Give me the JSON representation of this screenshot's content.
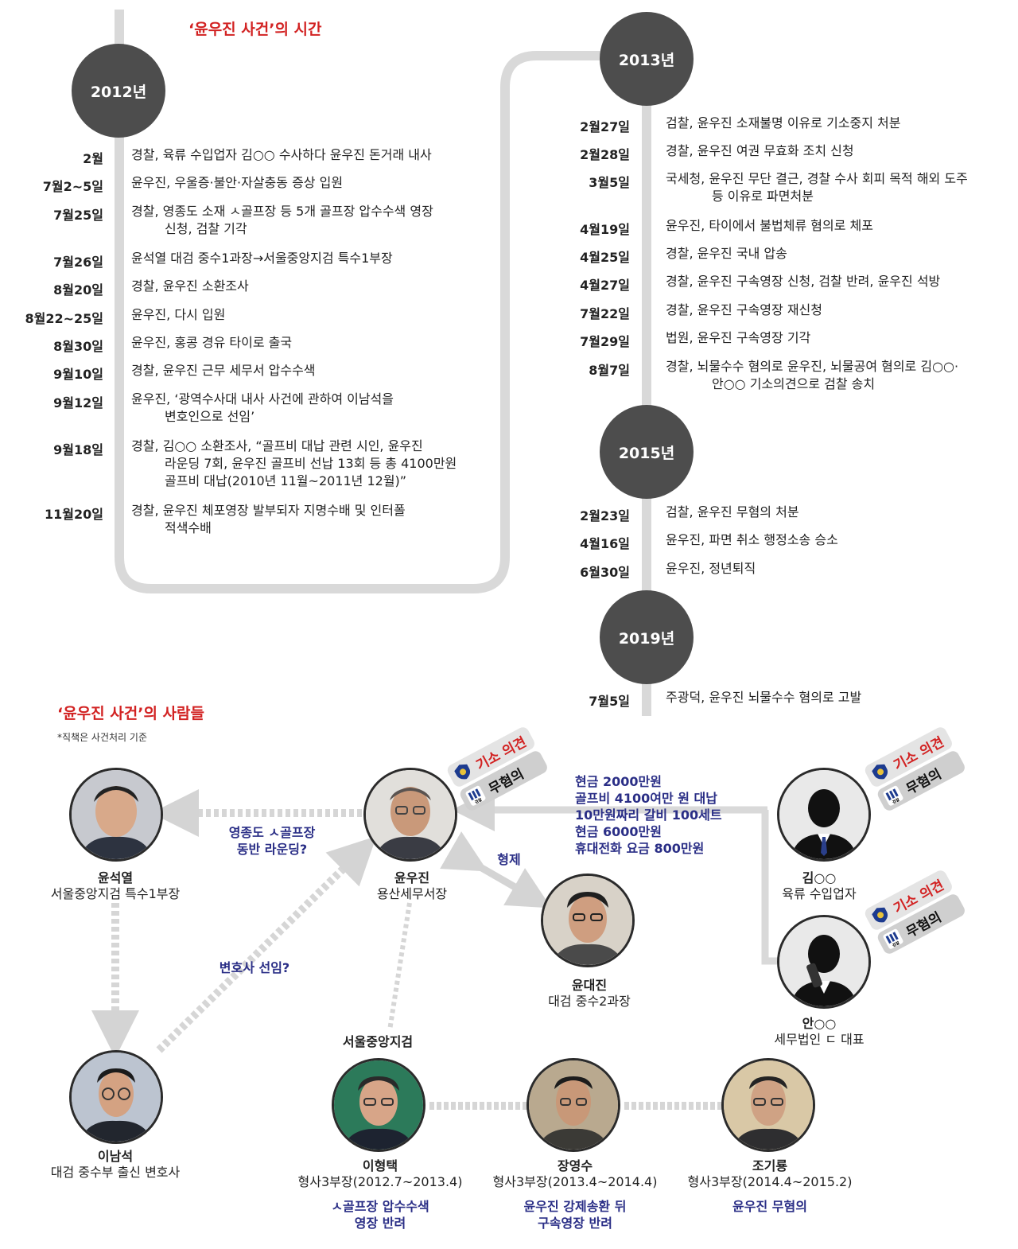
{
  "timeline": {
    "title": "‘윤우진 사건’의 시간",
    "years": [
      "2012년",
      "2013년",
      "2015년",
      "2019년"
    ],
    "events_2012": [
      {
        "date": "2월",
        "text": [
          "경찰, 육류 수입업자 김○○ 수사하다 윤우진 돈거래 내사"
        ]
      },
      {
        "date": "7월2~5일",
        "text": [
          "윤우진, 우울증·불안·자살충동 증상 입원"
        ]
      },
      {
        "date": "7월25일",
        "text": [
          "경찰, 영종도 소재 ㅅ골프장 등 5개 골프장 압수수색 영장",
          "신청, 검찰 기각"
        ]
      },
      {
        "date": "7월26일",
        "text": [
          "윤석열 대검 중수1과장→서울중앙지검 특수1부장"
        ]
      },
      {
        "date": "8월20일",
        "text": [
          "경찰, 윤우진 소환조사"
        ]
      },
      {
        "date": "8월22~25일",
        "text": [
          "윤우진, 다시 입원"
        ]
      },
      {
        "date": "8월30일",
        "text": [
          "윤우진, 홍콩 경유 타이로 출국"
        ]
      },
      {
        "date": "9월10일",
        "text": [
          "경찰, 윤우진 근무 세무서 압수수색"
        ]
      },
      {
        "date": "9월12일",
        "text": [
          "윤우진, ‘광역수사대 내사 사건에 관하여 이남석을",
          "변호인으로 선임’"
        ]
      },
      {
        "date": "9월18일",
        "text": [
          "경찰, 김○○ 소환조사, “골프비 대납 관련 시인, 윤우진",
          "라운딩 7회, 윤우진 골프비 선납 13회 등 총 4100만원",
          "골프비 대납(2010년 11월~2011년 12월)”"
        ]
      },
      {
        "date": "11월20일",
        "text": [
          "경찰, 윤우진 체포영장 발부되자 지명수배 및 인터폴",
          "적색수배"
        ]
      }
    ],
    "events_2013": [
      {
        "date": "2월27일",
        "text": [
          "검찰, 윤우진 소재불명 이유로 기소중지 처분"
        ]
      },
      {
        "date": "2월28일",
        "text": [
          "경찰, 윤우진 여권 무효화 조치 신청"
        ]
      },
      {
        "date": "3월5일",
        "text": [
          "국세청, 윤우진 무단 결근, 경찰 수사 회피 목적 해외 도주",
          "등 이유로 파면처분"
        ]
      },
      {
        "date": "4월19일",
        "text": [
          "윤우진, 타이에서 불법체류 혐의로 체포"
        ]
      },
      {
        "date": "4월25일",
        "text": [
          "경찰, 윤우진 국내 압송"
        ]
      },
      {
        "date": "4월27일",
        "text": [
          "경찰, 윤우진 구속영장 신청, 검찰 반려, 윤우진 석방"
        ]
      },
      {
        "date": "7월22일",
        "text": [
          "경찰, 윤우진 구속영장 재신청"
        ]
      },
      {
        "date": "7월29일",
        "text": [
          "법원, 윤우진 구속영장 기각"
        ]
      },
      {
        "date": "8월7일",
        "text": [
          "경찰, 뇌물수수 혐의로 윤우진, 뇌물공여 혐의로 김○○·",
          "안○○ 기소의견으로 검찰 송치"
        ]
      }
    ],
    "events_2015": [
      {
        "date": "2월23일",
        "text": [
          "검찰, 윤우진 무혐의 처분"
        ]
      },
      {
        "date": "4월16일",
        "text": [
          "윤우진, 파면 취소 행정소송 승소"
        ]
      },
      {
        "date": "6월30일",
        "text": [
          "윤우진, 정년퇴직"
        ]
      }
    ],
    "events_2019": [
      {
        "date": "7월5일",
        "text": [
          "주광덕, 윤우진 뇌물수수 혐의로 고발"
        ]
      }
    ]
  },
  "people_section": {
    "title": "‘윤우진 사건’의 사람들",
    "note": "*직책은 사건처리 기준",
    "badge_charge": "기소 의견",
    "badge_clear": "무혐의",
    "prosecution_icon_text": "검찰",
    "people": {
      "yoon_seokyeol": {
        "name": "윤석열",
        "role": "서울중앙지검 특수1부장"
      },
      "yoon_woojin": {
        "name": "윤우진",
        "role": "용산세무서장"
      },
      "yoon_daejin": {
        "name": "윤대진",
        "role": "대검 중수2과장"
      },
      "kim": {
        "name": "김○○",
        "role": "육류 수입업자"
      },
      "ahn": {
        "name": "안○○",
        "role": "세무법인 ㄷ 대표"
      },
      "lee_namseok": {
        "name": "이남석",
        "role": "대검 중수부 출신 변호사"
      },
      "lee_hyungtaek": {
        "name": "이형택",
        "role": "형사3부장(2012.7~2013.4)",
        "note": [
          "ㅅ골프장 압수수색",
          "영장 반려"
        ]
      },
      "jang_youngsoo": {
        "name": "장영수",
        "role": "형사3부장(2013.4~2014.4)",
        "note": [
          "윤우진 강제송환 뒤",
          "구속영장 반려"
        ]
      },
      "cho_giryong": {
        "name": "조기룡",
        "role": "형사3부장(2014.4~2015.2)",
        "note": [
          "윤우진 무혐의"
        ]
      }
    },
    "group_label": "서울중앙지검",
    "edges": {
      "golf": [
        "영종도 ㅅ골프장",
        "동반 라운딩?"
      ],
      "lawyer": "변호사 선임?",
      "brother": "형제",
      "money": [
        "현금 2000만원",
        "골프비 4100여만 원 대납",
        "10만원짜리 갈비 100세트",
        "현금 6000만원",
        "휴대전화 요금 800만원"
      ]
    }
  }
}
